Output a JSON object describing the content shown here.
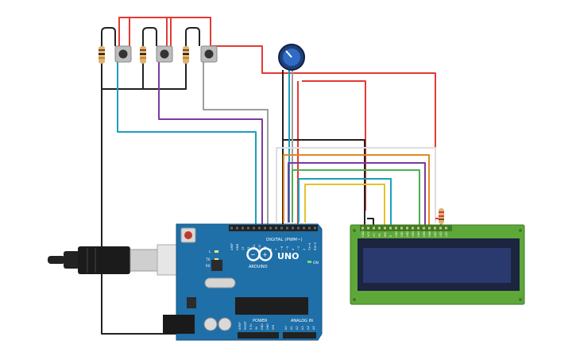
{
  "colors": {
    "board": "#1f6fa8",
    "lcd_pcb": "#5ea83a",
    "lcd_screen": "#2a3a6e",
    "wire_red": "#e53935",
    "wire_black": "#222222",
    "wire_blue": "#1a9fbf",
    "wire_purple": "#7b3aa0",
    "wire_gray": "#9e9e9e",
    "wire_orange": "#e08a1e",
    "wire_green": "#4caf50",
    "wire_yellow": "#e6c12a",
    "wire_white": "#dddddd"
  },
  "board": {
    "logo": "ARDUINO",
    "model": "UNO",
    "digital_header": "DIGITAL (PWM~)",
    "analog_header": "ANALOG IN",
    "power_header": "POWER",
    "on_led": "ON",
    "tx_label": "TX",
    "rx_label": "RX",
    "l_label": "L",
    "digital_pins": [
      "AREF",
      "GND",
      "13",
      "12",
      "~11",
      "~10",
      "~9",
      "8",
      "7",
      "~6",
      "~5",
      "4",
      "~3",
      "2",
      "TX→1",
      "RX←0"
    ],
    "analog_pins": [
      "A0",
      "A1",
      "A2",
      "A3",
      "A4",
      "A5"
    ],
    "power_pins": [
      "IOREF",
      "RESET",
      "3.3V",
      "5V",
      "GND",
      "GND",
      "VIN"
    ]
  },
  "lcd": {
    "pins": [
      "GND",
      "VCC",
      "V0",
      "RS",
      "RW",
      "E",
      "DB0",
      "DB1",
      "DB2",
      "DB3",
      "DB4",
      "DB5",
      "DB6",
      "DB7",
      "LED",
      "LED"
    ]
  },
  "components": {
    "buttons": [
      "button-1",
      "button-2",
      "button-3"
    ],
    "resistors": [
      "resistor-1",
      "resistor-2",
      "resistor-3",
      "resistor-lcd"
    ],
    "potentiometer": "potentiometer",
    "usb": "usb-cable"
  }
}
